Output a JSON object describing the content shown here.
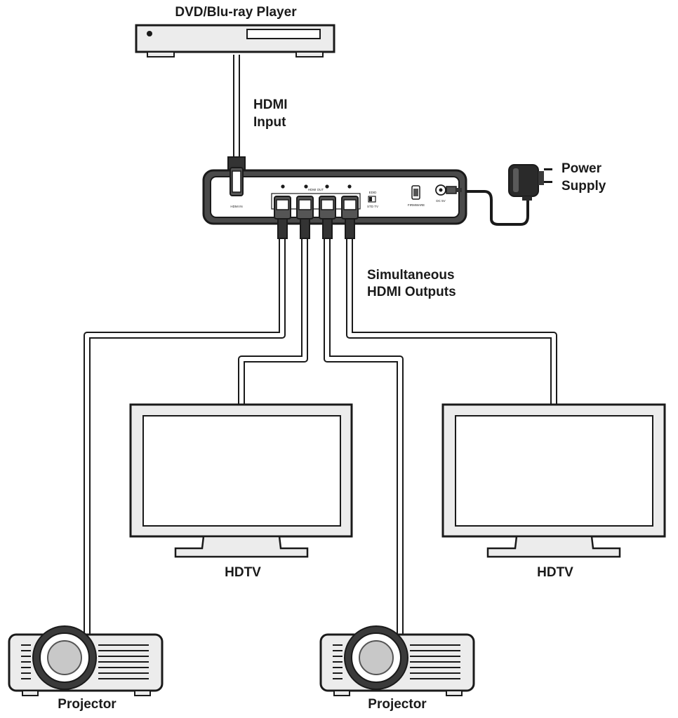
{
  "labels": {
    "source": "DVD/Blu-ray Player",
    "hdmi_input_line1": "HDMI",
    "hdmi_input_line2": "Input",
    "power_line1": "Power",
    "power_line2": "Supply",
    "outputs_line1": "Simultaneous",
    "outputs_line2": "HDMI Outputs",
    "hdtv_left": "HDTV",
    "hdtv_right": "HDTV",
    "projector_left": "Projector",
    "projector_right": "Projector"
  },
  "splitter_panel": {
    "hdmi_in": "HDMI IN",
    "hdmi_out": "HDMI OUT",
    "edid": "EDID",
    "std_tv": "STD TV",
    "firmware": "FIRMWARE",
    "dc5v": "DC 5V"
  },
  "colors": {
    "line": "#1a1a1a",
    "device_fill": "#e9e9e9",
    "screen_fill": "#ffffff",
    "splitter_body": "#4a4a4a"
  }
}
